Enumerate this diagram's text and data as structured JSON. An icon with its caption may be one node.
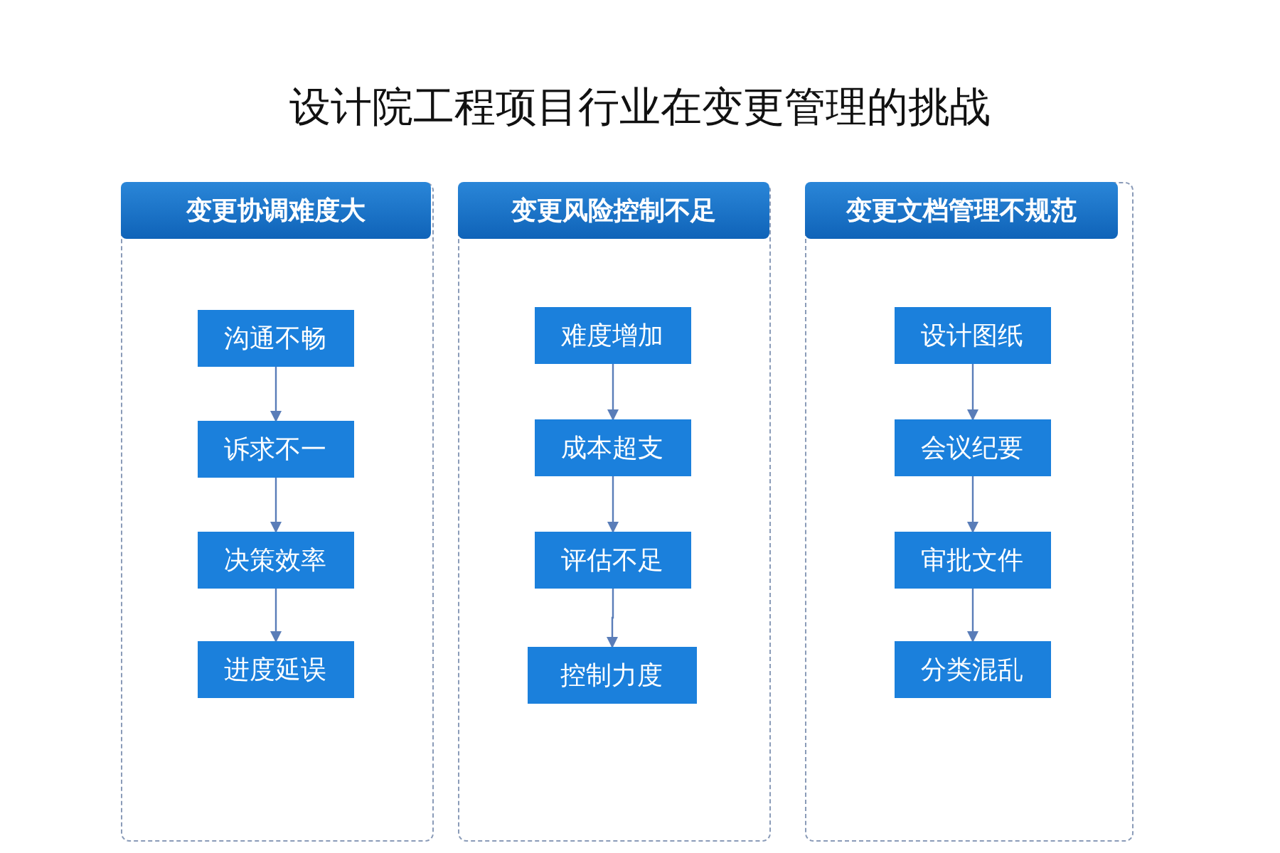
{
  "diagram": {
    "title": "设计院工程项目行业在变更管理的挑战",
    "nodes": [
      {
        "text": [
          "变更协调难度大"
        ]
      },
      {
        "text": [
          "沟通不畅"
        ],
        "in": 0
      },
      {
        "text": [
          "诉求不一"
        ],
        "in": 0
      },
      {
        "text": [
          "决策效率"
        ],
        "in": 0
      },
      {
        "text": [
          "进度延误"
        ],
        "in": 0
      },
      {
        "text": [
          "变更风险控制不足"
        ]
      },
      {
        "text": [
          "难度增加"
        ],
        "in": 5
      },
      {
        "text": [
          "成本超支"
        ],
        "in": 5
      },
      {
        "text": [
          "评估不足"
        ],
        "in": 5
      },
      {
        "text": [
          "控制力度"
        ],
        "in": 5
      },
      {
        "text": [
          "变更文档管理不规范"
        ]
      },
      {
        "text": [
          "设计图纸"
        ],
        "in": 10
      },
      {
        "text": [
          "会议纪要"
        ],
        "in": 10
      },
      {
        "text": [
          "审批文件"
        ],
        "in": 10
      },
      {
        "text": [
          "分类混乱"
        ],
        "in": 10
      }
    ],
    "edges": [
      {
        "from": 1,
        "to": 2,
        "arrow": "to"
      },
      {
        "from": 2,
        "to": 3,
        "arrow": "to"
      },
      {
        "from": 3,
        "to": 4,
        "arrow": "to"
      },
      {
        "from": 6,
        "to": 7,
        "arrow": "to"
      },
      {
        "from": 7,
        "to": 8,
        "arrow": "to"
      },
      {
        "from": 8,
        "to": 9,
        "arrow": "to"
      },
      {
        "from": 11,
        "to": 12,
        "arrow": "to"
      },
      {
        "from": 12,
        "to": 13,
        "arrow": "to"
      },
      {
        "from": 13,
        "to": 14,
        "arrow": "to"
      }
    ]
  }
}
